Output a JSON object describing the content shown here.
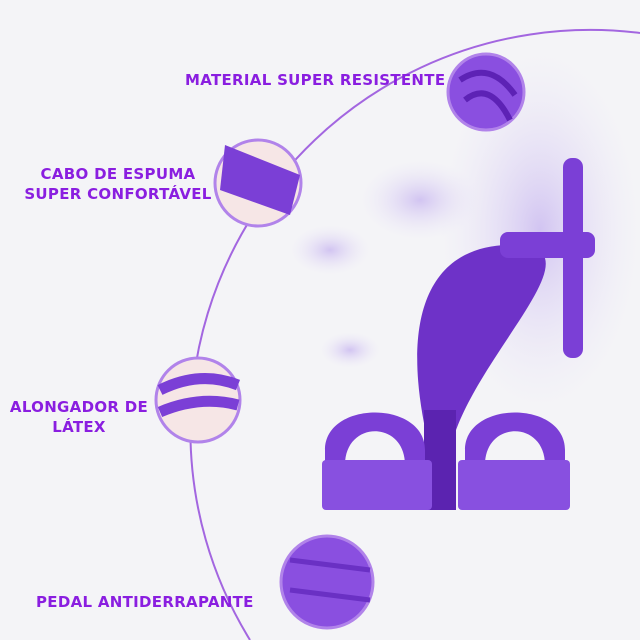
{
  "features": [
    {
      "label": "MATERIAL SUPER RESISTENTE"
    },
    {
      "label_line1": "CABO DE ESPUMA",
      "label_line2": "SUPER CONFORTÁVEL"
    },
    {
      "label_line1": "ALONGADOR DE",
      "label_line2": "LÁTEX"
    },
    {
      "label": "PEDAL ANTIDERRAPANTE"
    }
  ],
  "colors": {
    "accent": "#8a1ee0",
    "product": "#7b3fd6",
    "ring": "#a366e0"
  }
}
